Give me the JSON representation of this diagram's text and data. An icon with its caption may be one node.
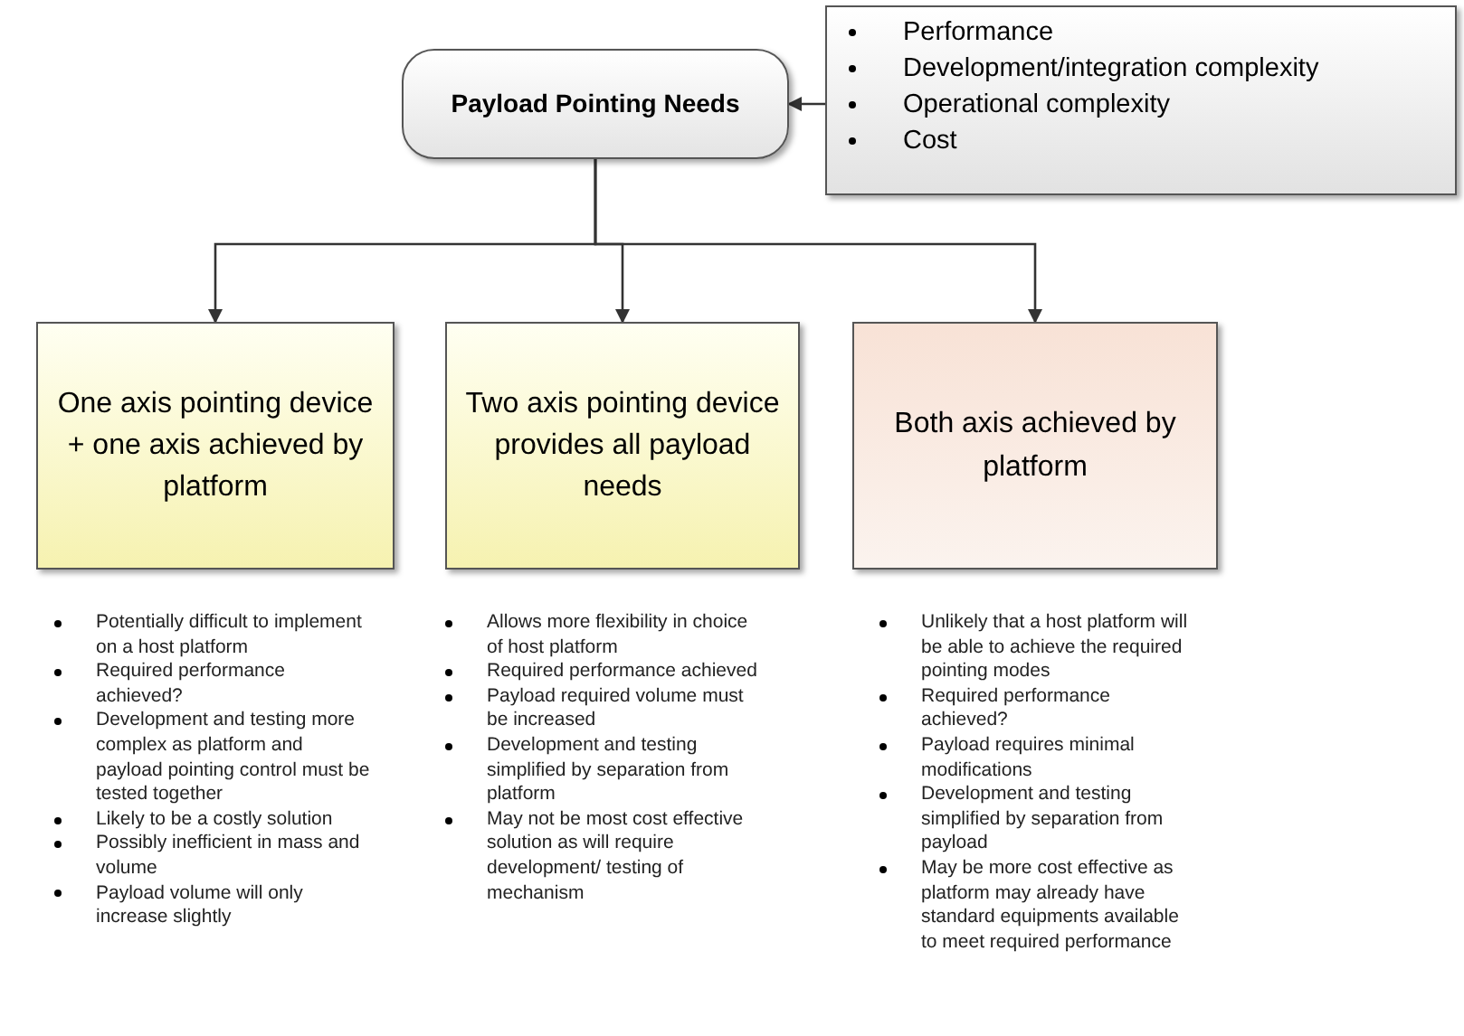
{
  "diagram": {
    "nodes": [
      {
        "text": [
          "Payload Pointing Needs"
        ]
      },
      {
        "text": [
          "Performance",
          "Development/integration complexity",
          "Operational complexity",
          "Cost"
        ]
      },
      {
        "text": [
          "One axis pointing device + one axis achieved by platform"
        ],
        "beside": [
          "Potentially difficult to implement on a host platform",
          "Required performance achieved?",
          "Development and testing more complex as platform and payload pointing control must be tested together",
          "Likely to be a costly solution",
          "Possibly inefficient in mass and volume",
          "Payload volume will only increase slightly"
        ]
      },
      {
        "text": [
          "Two axis pointing device provides all payload needs"
        ],
        "beside": [
          "Allows more flexibility in choice of host platform",
          "Required performance achieved",
          "Payload required volume must be increased",
          "Development and testing simplified by separation from platform",
          "May not be most cost effective solution as will require development/ testing of mechanism"
        ]
      },
      {
        "text": [
          "Both axis achieved by platform"
        ],
        "beside": [
          "Unlikely that a host platform will be able to achieve the required pointing modes",
          "Required performance achieved?",
          "Payload requires minimal modifications",
          "Development and testing simplified by separation from payload",
          "May be more cost effective as platform may already have standard equipments available to meet required performance"
        ]
      }
    ],
    "edges": [
      {
        "from": 1,
        "to": 0,
        "arrow": "to"
      },
      {
        "from": 0,
        "to": 2,
        "arrow": "to"
      },
      {
        "from": 0,
        "to": 3,
        "arrow": "to"
      },
      {
        "from": 0,
        "to": 4,
        "arrow": "to"
      }
    ]
  }
}
